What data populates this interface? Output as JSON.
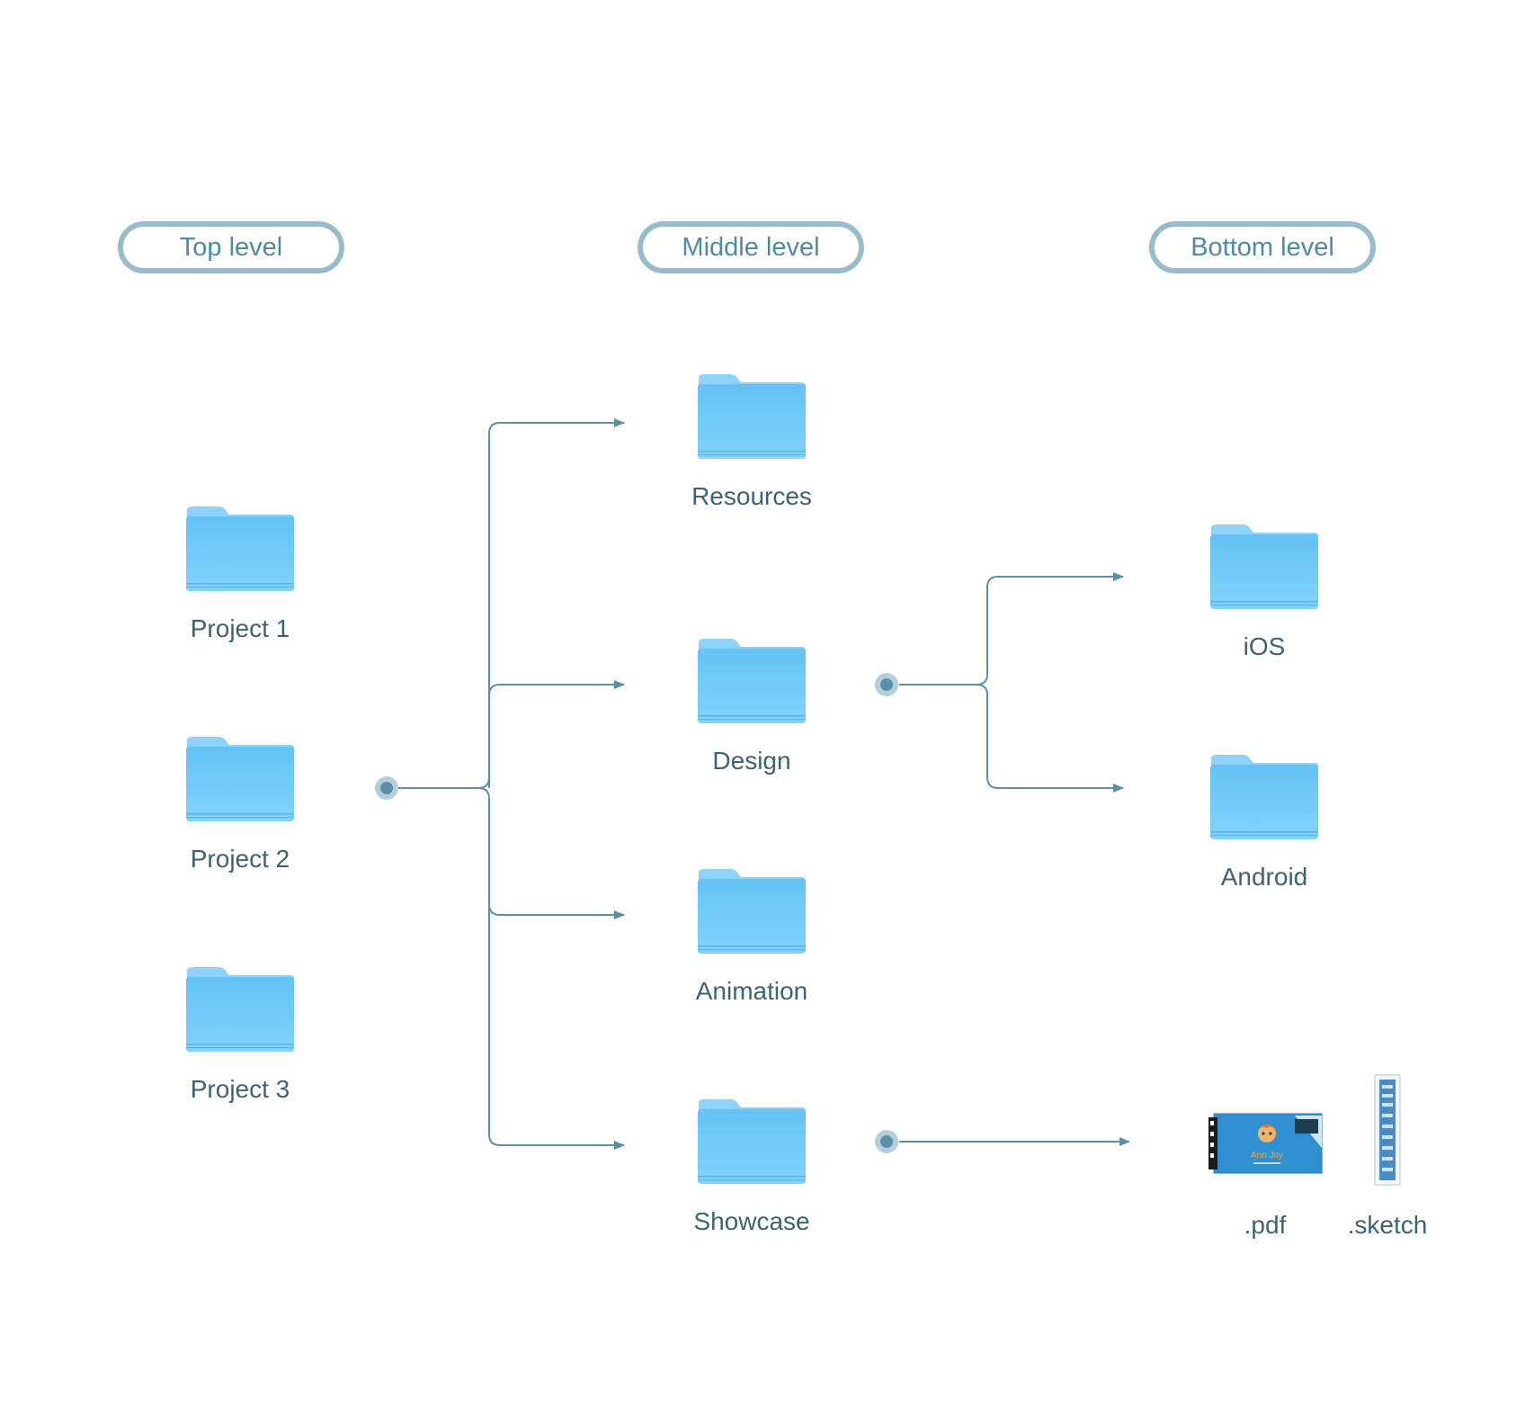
{
  "levels": {
    "top": "Top level",
    "middle": "Middle level",
    "bottom": "Bottom level"
  },
  "top_folders": [
    "Project 1",
    "Project 2",
    "Project 3"
  ],
  "middle_folders": [
    "Resources",
    "Design",
    "Animation",
    "Showcase"
  ],
  "bottom_folders": [
    "iOS",
    "Android"
  ],
  "files": {
    "pdf": ".pdf",
    "sketch": ".sketch",
    "pdf_cover_text": "Ann Joy"
  },
  "colors": {
    "folder": "#73c9f7",
    "connector": "#5a8fa4",
    "pill_border": "#98bccb",
    "pill_text": "#4f8aa3",
    "label_text": "#3d6272"
  }
}
